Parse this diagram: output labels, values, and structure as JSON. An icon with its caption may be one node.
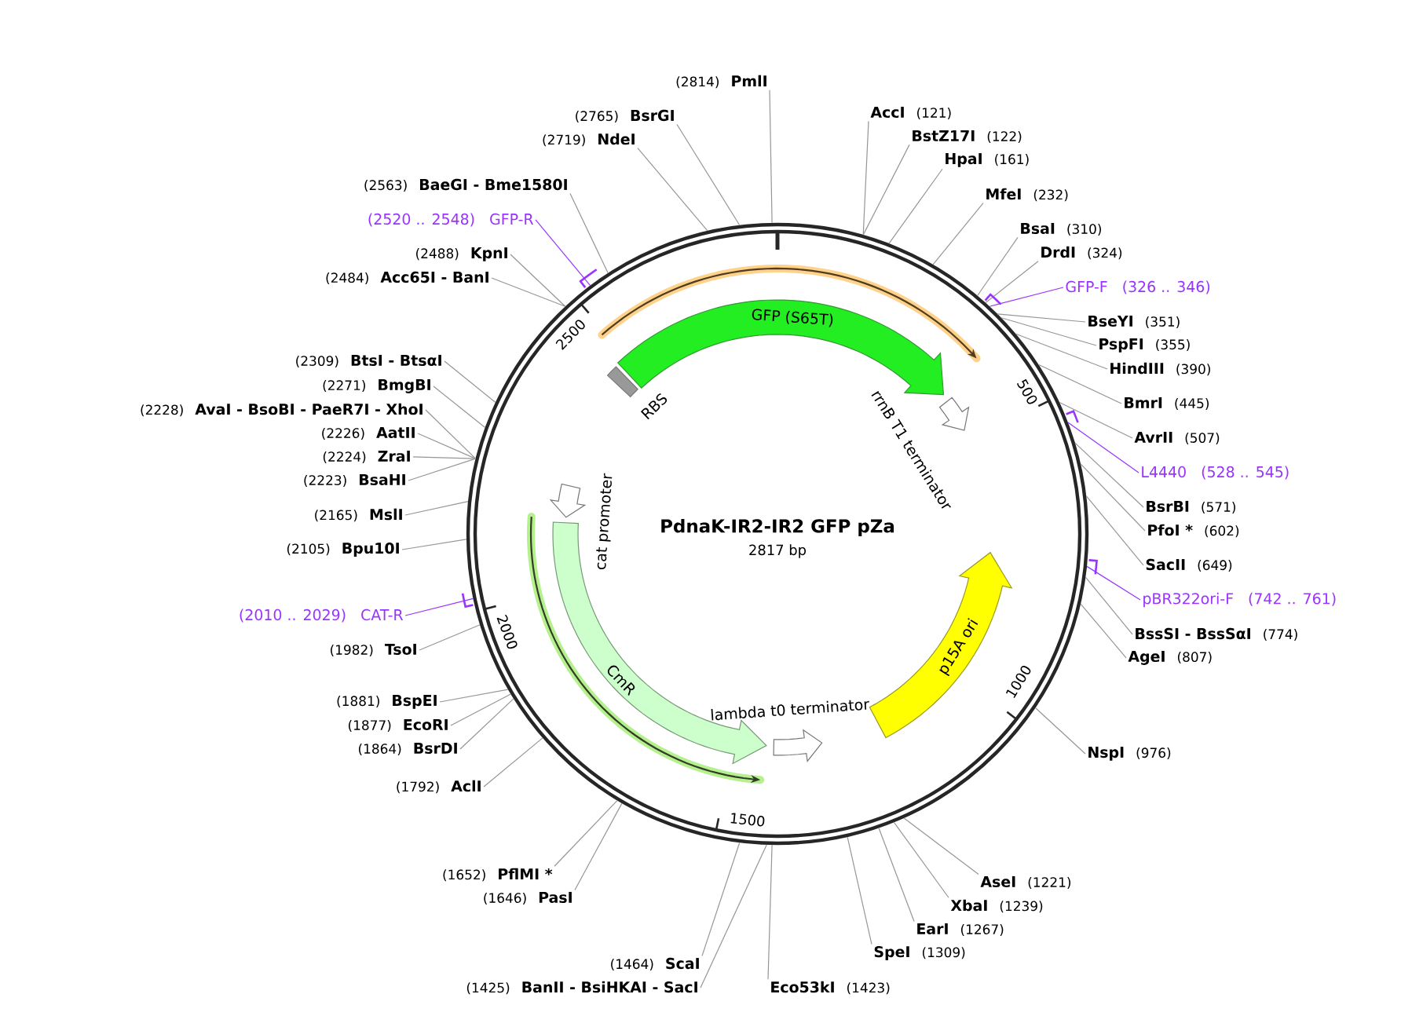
{
  "diagram": {
    "title": "PdnaK-IR2-IR2 GFP pZa",
    "nodes": [
      {
        "text": [
          "(2814)",
          "PmlI"
        ]
      },
      {
        "text": [
          "AccI",
          "(121)"
        ]
      },
      {
        "text": [
          "BstZ17I",
          "(122)"
        ]
      },
      {
        "text": [
          "HpaI",
          "(161)"
        ]
      },
      {
        "text": [
          "MfeI",
          "(232)"
        ]
      },
      {
        "text": [
          "BsaI",
          "(310)"
        ]
      },
      {
        "text": [
          "DrdI",
          "(324)"
        ]
      },
      {
        "text": [
          "GFP-F",
          "(326 .. 346)"
        ]
      },
      {
        "text": [
          "BseYI",
          "(351)"
        ]
      },
      {
        "text": [
          "PspFI",
          "(355)"
        ]
      },
      {
        "text": [
          "HindIII",
          "(390)"
        ]
      },
      {
        "text": [
          "BmrI",
          "(445)"
        ]
      },
      {
        "text": [
          "AvrII",
          "(507)"
        ]
      },
      {
        "text": [
          "L4440",
          "(528 .. 545)"
        ]
      },
      {
        "text": [
          "BsrBI",
          "(571)"
        ]
      },
      {
        "text": [
          "PfoI *",
          "(602)"
        ]
      },
      {
        "text": [
          "SacII",
          "(649)"
        ]
      },
      {
        "text": [
          "pBR322ori-F",
          "(742 .. 761)"
        ]
      },
      {
        "text": [
          "BssSI - BssSαI",
          "(774)"
        ]
      },
      {
        "text": [
          "AgeI",
          "(807)"
        ]
      },
      {
        "text": [
          "NspI",
          "(976)"
        ]
      },
      {
        "text": [
          "AseI",
          "(1221)"
        ]
      },
      {
        "text": [
          "XbaI",
          "(1239)"
        ]
      },
      {
        "text": [
          "EarI",
          "(1267)"
        ]
      },
      {
        "text": [
          "SpeI",
          "(1309)"
        ]
      },
      {
        "text": [
          "Eco53kI",
          "(1423)"
        ]
      },
      {
        "text": [
          "(1464)",
          "ScaI"
        ]
      },
      {
        "text": [
          "(1425)",
          "BanII - BsiHKAI - SacI"
        ]
      },
      {
        "text": [
          "(1652)",
          "PflMI *"
        ]
      },
      {
        "text": [
          "(1646)",
          "PasI"
        ]
      },
      {
        "text": [
          "(1792)",
          "AclI"
        ]
      },
      {
        "text": [
          "(1881)",
          "BspEI"
        ]
      },
      {
        "text": [
          "(1877)",
          "EcoRI"
        ]
      },
      {
        "text": [
          "(1864)",
          "BsrDI"
        ]
      },
      {
        "text": [
          "(1982)",
          "TsoI"
        ]
      },
      {
        "text": [
          "(2010 .. 2029)",
          "CAT-R"
        ]
      },
      {
        "text": [
          "(2105)",
          "Bpu10I"
        ]
      },
      {
        "text": [
          "(2165)",
          "MslI"
        ]
      },
      {
        "text": [
          "(2223)",
          "BsaHI"
        ]
      },
      {
        "text": [
          "(2224)",
          "ZraI"
        ]
      },
      {
        "text": [
          "(2226)",
          "AatII"
        ]
      },
      {
        "text": [
          "(2228)",
          "AvaI - BsoBI - PaeR7I - XhoI"
        ]
      },
      {
        "text": [
          "(2271)",
          "BmgBI"
        ]
      },
      {
        "text": [
          "(2309)",
          "BtsI - BtsαI"
        ]
      },
      {
        "text": [
          "(2484)",
          "Acc65I - BanI"
        ]
      },
      {
        "text": [
          "(2488)",
          "KpnI"
        ]
      },
      {
        "text": [
          "(2520 .. 2548)",
          "GFP-R"
        ]
      },
      {
        "text": [
          "(2563)",
          "BaeGI - Bme1580I"
        ]
      },
      {
        "text": [
          "(2719)",
          "NdeI"
        ]
      },
      {
        "text": [
          "(2765)",
          "BsrGI"
        ]
      },
      {
        "text": [],
        "shape": "circle"
      },
      {
        "text": [
          "GFP (S65T)"
        ],
        "in": 50
      },
      {
        "text": [
          "RBS"
        ],
        "in": 50
      },
      {
        "text": [
          "rrnB T1 terminator"
        ],
        "in": 50
      },
      {
        "text": [
          "cat promoter"
        ],
        "in": 50
      },
      {
        "text": [
          "CmR"
        ],
        "in": 50
      },
      {
        "text": [
          "lambda t0 terminator"
        ],
        "in": 50
      },
      {
        "text": [
          "p15A ori"
        ],
        "in": 50
      }
    ],
    "edges": [
      {
        "from": 0,
        "to": 50,
        "arrow": "none"
      },
      {
        "from": 1,
        "to": 50,
        "arrow": "none"
      },
      {
        "from": 2,
        "to": 50,
        "arrow": "none"
      },
      {
        "from": 3,
        "to": 50,
        "arrow": "none"
      },
      {
        "from": 4,
        "to": 50,
        "arrow": "none"
      },
      {
        "from": 5,
        "to": 50,
        "arrow": "none"
      },
      {
        "from": 6,
        "to": 50,
        "arrow": "none"
      },
      {
        "from": 7,
        "to": 50,
        "arrow": "none",
        "color": "#9933ff"
      },
      {
        "from": 8,
        "to": 50,
        "arrow": "none"
      },
      {
        "from": 9,
        "to": 50,
        "arrow": "none"
      },
      {
        "from": 10,
        "to": 50,
        "arrow": "none"
      },
      {
        "from": 11,
        "to": 50,
        "arrow": "none"
      },
      {
        "from": 12,
        "to": 50,
        "arrow": "none"
      },
      {
        "from": 13,
        "to": 50,
        "arrow": "none",
        "color": "#9933ff"
      },
      {
        "from": 14,
        "to": 50,
        "arrow": "none"
      },
      {
        "from": 15,
        "to": 50,
        "arrow": "none"
      },
      {
        "from": 16,
        "to": 50,
        "arrow": "none"
      },
      {
        "from": 17,
        "to": 50,
        "arrow": "none",
        "color": "#9933ff"
      },
      {
        "from": 18,
        "to": 50,
        "arrow": "none"
      },
      {
        "from": 19,
        "to": 50,
        "arrow": "none"
      },
      {
        "from": 20,
        "to": 50,
        "arrow": "none"
      },
      {
        "from": 21,
        "to": 50,
        "arrow": "none"
      },
      {
        "from": 22,
        "to": 50,
        "arrow": "none"
      },
      {
        "from": 23,
        "to": 50,
        "arrow": "none"
      },
      {
        "from": 24,
        "to": 50,
        "arrow": "none"
      },
      {
        "from": 25,
        "to": 50,
        "arrow": "none"
      },
      {
        "from": 26,
        "to": 50,
        "arrow": "none"
      },
      {
        "from": 27,
        "to": 50,
        "arrow": "none"
      },
      {
        "from": 28,
        "to": 50,
        "arrow": "none"
      },
      {
        "from": 29,
        "to": 50,
        "arrow": "none"
      },
      {
        "from": 30,
        "to": 50,
        "arrow": "none"
      },
      {
        "from": 31,
        "to": 50,
        "arrow": "none"
      },
      {
        "from": 32,
        "to": 50,
        "arrow": "none"
      },
      {
        "from": 33,
        "to": 50,
        "arrow": "none"
      },
      {
        "from": 34,
        "to": 50,
        "arrow": "none"
      },
      {
        "from": 35,
        "to": 50,
        "arrow": "none",
        "color": "#9933ff"
      },
      {
        "from": 36,
        "to": 50,
        "arrow": "none"
      },
      {
        "from": 37,
        "to": 50,
        "arrow": "none"
      },
      {
        "from": 38,
        "to": 50,
        "arrow": "none"
      },
      {
        "from": 39,
        "to": 50,
        "arrow": "none"
      },
      {
        "from": 40,
        "to": 50,
        "arrow": "none"
      },
      {
        "from": 41,
        "to": 50,
        "arrow": "none"
      },
      {
        "from": 42,
        "to": 50,
        "arrow": "none"
      },
      {
        "from": 43,
        "to": 50,
        "arrow": "none"
      },
      {
        "from": 44,
        "to": 50,
        "arrow": "none"
      },
      {
        "from": 45,
        "to": 50,
        "arrow": "none"
      },
      {
        "from": 46,
        "to": 50,
        "arrow": "none",
        "color": "#9933ff"
      },
      {
        "from": 47,
        "to": 50,
        "arrow": "none"
      },
      {
        "from": 48,
        "to": 50,
        "arrow": "none"
      },
      {
        "from": 49,
        "to": 50,
        "arrow": "none"
      }
    ],
    "labels": [
      "2817 bp",
      "500",
      "1000",
      "1500",
      "2000",
      "2500"
    ]
  }
}
